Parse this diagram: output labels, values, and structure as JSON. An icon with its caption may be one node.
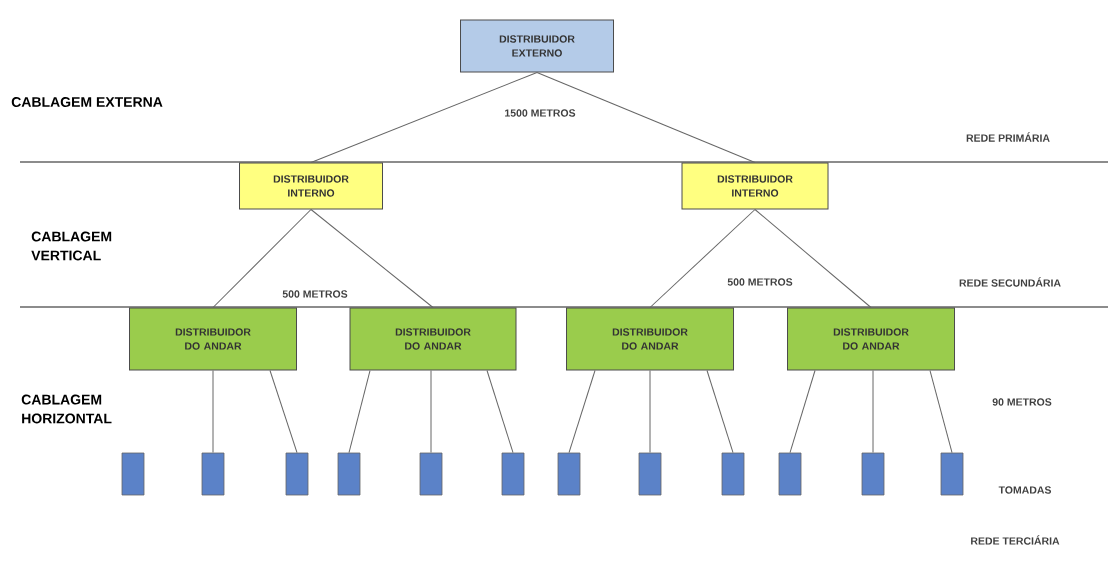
{
  "diagram": {
    "nodes": [
      {
        "text": [
          "DISTRIBUIDOR EXTERNO"
        ]
      },
      {
        "text": [
          "DISTRIBUIDOR INTERNO"
        ]
      },
      {
        "text": [
          "DISTRIBUIDOR INTERNO"
        ]
      },
      {
        "text": [
          "DISTRIBUIDOR DO ANDAR"
        ]
      },
      {
        "text": [
          "DISTRIBUIDOR DO ANDAR"
        ]
      },
      {
        "text": [
          "DISTRIBUIDOR DO ANDAR"
        ]
      },
      {
        "text": [
          "DISTRIBUIDOR DO ANDAR"
        ]
      },
      {
        "text": [],
        "shape": "box"
      },
      {
        "text": [],
        "shape": "box"
      },
      {
        "text": [],
        "shape": "box"
      },
      {
        "text": [],
        "shape": "box"
      },
      {
        "text": [],
        "shape": "box"
      },
      {
        "text": [],
        "shape": "box"
      },
      {
        "text": [],
        "shape": "box"
      },
      {
        "text": [],
        "shape": "box"
      },
      {
        "text": [],
        "shape": "box"
      },
      {
        "text": [],
        "shape": "box"
      },
      {
        "text": [],
        "shape": "box"
      },
      {
        "text": [],
        "shape": "box"
      }
    ],
    "edges": [
      {
        "from": 0,
        "to": 1,
        "arrow": "none"
      },
      {
        "from": 0,
        "to": 2,
        "arrow": "none"
      },
      {
        "from": 1,
        "to": 3,
        "arrow": "none"
      },
      {
        "from": 1,
        "to": 4,
        "arrow": "none"
      },
      {
        "from": 2,
        "to": 5,
        "arrow": "none"
      },
      {
        "from": 2,
        "to": 6,
        "arrow": "none"
      },
      {
        "from": 3,
        "to": 8,
        "arrow": "none"
      },
      {
        "from": 3,
        "to": 9,
        "arrow": "none"
      },
      {
        "from": 4,
        "to": 10,
        "arrow": "none"
      },
      {
        "from": 4,
        "to": 11,
        "arrow": "none"
      },
      {
        "from": 4,
        "to": 12,
        "arrow": "none"
      },
      {
        "from": 5,
        "to": 13,
        "arrow": "none"
      },
      {
        "from": 5,
        "to": 14,
        "arrow": "none"
      },
      {
        "from": 5,
        "to": 15,
        "arrow": "none"
      },
      {
        "from": 6,
        "to": 16,
        "arrow": "none"
      },
      {
        "from": 6,
        "to": 17,
        "arrow": "none"
      },
      {
        "from": 6,
        "to": 18,
        "arrow": "none"
      }
    ],
    "labels": [
      "CABLAGEM EXTERNA",
      "1500 METROS",
      "REDE PRIMÁRIA",
      "CABLAGEM VERTICAL",
      "500 METROS",
      "500 METROS",
      "REDE SECUNDÁRIA",
      "CABLAGEM HORIZONTAL",
      "90 METROS",
      "TOMADAS",
      "REDE TERCIÁRIA"
    ]
  }
}
